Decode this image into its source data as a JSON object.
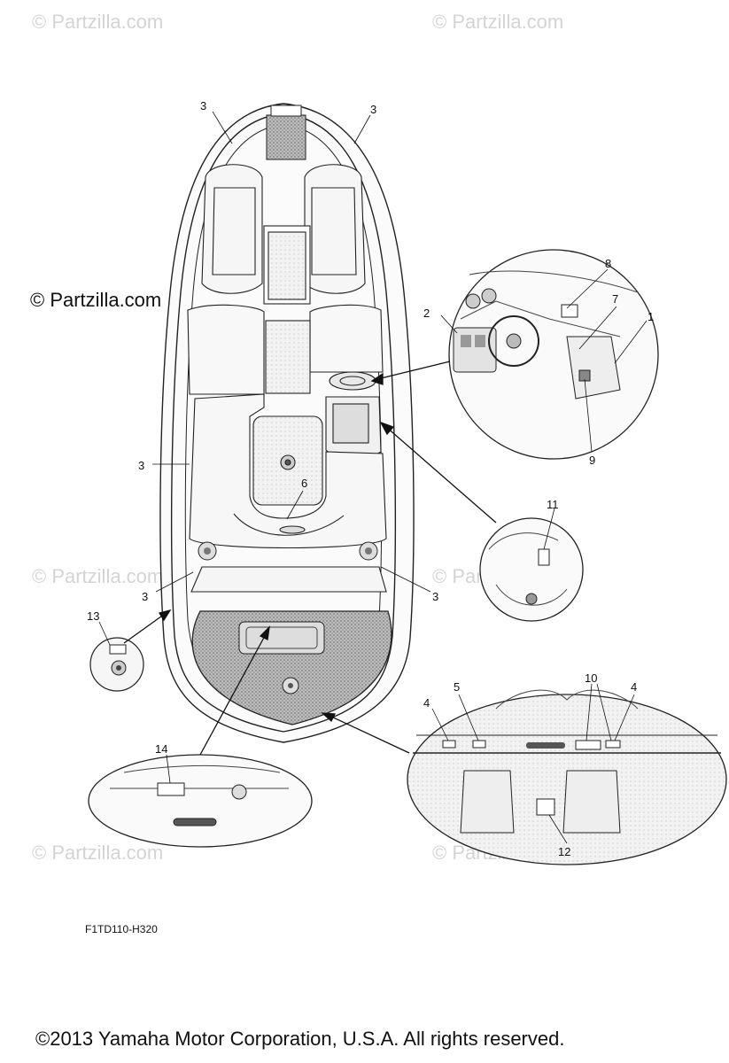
{
  "watermarks": {
    "text": "© Partzilla.com"
  },
  "callouts": {
    "c1": "1",
    "c2": "2",
    "c3": "3",
    "c4": "4",
    "c5": "5",
    "c6": "6",
    "c7": "7",
    "c8": "8",
    "c9": "9",
    "c10": "10",
    "c11": "11",
    "c12": "12",
    "c13": "13",
    "c14": "14"
  },
  "diagram_code": "F1TD110-H320",
  "copyright": "©2013  Yamaha Motor Corporation, U.S.A. All rights reserved."
}
